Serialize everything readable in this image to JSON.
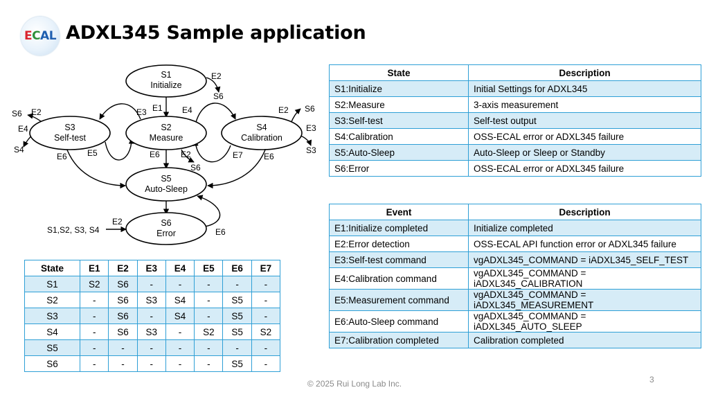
{
  "logo": {
    "text_e": "E",
    "text_c": "C",
    "text_al": "AL"
  },
  "title": "ADXL345 Sample application",
  "diagram": {
    "s1": {
      "id": "S1",
      "name": "Initialize"
    },
    "s2": {
      "id": "S2",
      "name": "Measure"
    },
    "s3": {
      "id": "S3",
      "name": "Self-test"
    },
    "s4": {
      "id": "S4",
      "name": "Calibration"
    },
    "s5": {
      "id": "S5",
      "name": "Auto-Sleep"
    },
    "s6": {
      "id": "S6",
      "name": "Error"
    },
    "e1": "E1",
    "e2": "E2",
    "e3": "E3",
    "e4": "E4",
    "e5": "E5",
    "e6": "E6",
    "e7": "E7",
    "t_s6": "S6",
    "t_s4": "S4",
    "t_s3": "S3",
    "from_all": "S1,S2, S3, S4"
  },
  "state_table": {
    "headers": [
      "State",
      "Description"
    ],
    "rows": [
      [
        "S1:Initialize",
        "Initial Settings for ADXL345"
      ],
      [
        "S2:Measure",
        "3-axis measurement"
      ],
      [
        "S3:Self-test",
        "Self-test output"
      ],
      [
        "S4:Calibration",
        "OSS-ECAL error or ADXL345 failure"
      ],
      [
        "S5:Auto-Sleep",
        "Auto-Sleep or Sleep or Standby"
      ],
      [
        "S6:Error",
        "OSS-ECAL error or ADXL345 failure"
      ]
    ]
  },
  "event_table": {
    "headers": [
      "Event",
      "Description"
    ],
    "rows": [
      [
        "E1:Initialize completed",
        "Initialize completed"
      ],
      [
        "E2:Error detection",
        "OSS-ECAL API function error or ADXL345 failure"
      ],
      [
        "E3:Self-test command",
        "vgADXL345_COMMAND = iADXL345_SELF_TEST"
      ],
      [
        "E4:Calibration command",
        "vgADXL345_COMMAND = iADXL345_CALIBRATION"
      ],
      [
        "E5:Measurement command",
        "vgADXL345_COMMAND = iADXL345_MEASUREMENT"
      ],
      [
        "E6:Auto-Sleep command",
        "vgADXL345_COMMAND = iADXL345_AUTO_SLEEP"
      ],
      [
        "E7:Calibration completed",
        "Calibration completed"
      ]
    ]
  },
  "transition_table": {
    "headers": [
      "State",
      "E1",
      "E2",
      "E3",
      "E4",
      "E5",
      "E6",
      "E7"
    ],
    "rows": [
      [
        "S1",
        "S2",
        "S6",
        "-",
        "-",
        "-",
        "-",
        "-"
      ],
      [
        "S2",
        "-",
        "S6",
        "S3",
        "S4",
        "-",
        "S5",
        "-"
      ],
      [
        "S3",
        "-",
        "S6",
        "-",
        "S4",
        "-",
        "S5",
        "-"
      ],
      [
        "S4",
        "-",
        "S6",
        "S3",
        "-",
        "S2",
        "S5",
        "S2"
      ],
      [
        "S5",
        "-",
        "-",
        "-",
        "-",
        "-",
        "-",
        "-"
      ],
      [
        "S6",
        "-",
        "-",
        "-",
        "-",
        "-",
        "S5",
        "-"
      ]
    ]
  },
  "footer": "© 2025 Rui Long Lab Inc.",
  "page_number": "3"
}
